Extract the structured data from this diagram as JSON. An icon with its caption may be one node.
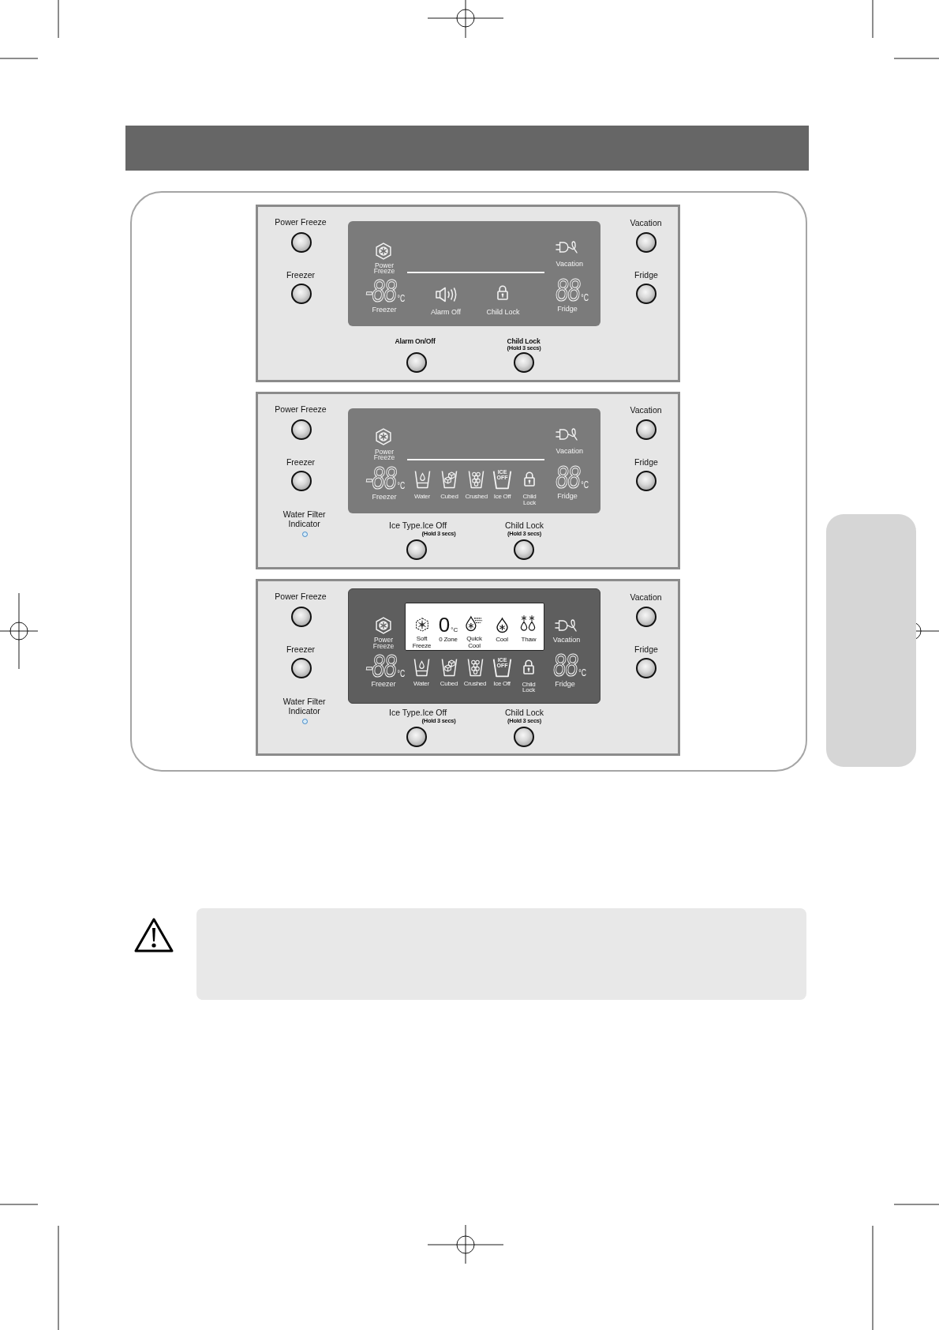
{
  "diagram": {
    "nodes": [
      {
        "text": [],
        "shape": "box"
      },
      {
        "text": [
          "Power Freeze",
          "Vacation",
          "Freezer",
          "Fridge",
          "Alarm On/Off",
          "Child Lock",
          "(Hold 3 secs)"
        ],
        "in": 0
      },
      {
        "text": [
          "Power Freeze",
          "Vacation",
          "-88$_{°C}$",
          "88$_{°C}$",
          "Freezer",
          "Alarm Off",
          "Child Lock",
          "Fridge"
        ],
        "in": 1
      },
      {
        "text": [
          "Power Freeze",
          "Vacation",
          "Freezer",
          "Fridge",
          "Water Filter Indicator",
          "Ice Type.Ice Off",
          "Child Lock",
          "(Hold 3 secs)",
          "(Hold 3 secs)"
        ],
        "in": 0
      },
      {
        "text": [
          "Power Freeze",
          "Vacation",
          "-88$_{°C}$",
          "ICE OFF",
          "88$_{°C}$",
          "Freezer",
          "Water",
          "Cubed",
          "Crushed",
          "Ice Off",
          "Child Lock",
          "Fridge"
        ],
        "in": 3
      },
      {
        "text": [
          "Power Freeze",
          "Vacation",
          "Freezer",
          "Fridge",
          "Water Filter Indicator",
          "Ice Type.Ice Off",
          "Child Lock",
          "(Hold 3 secs)",
          "(Hold 3 secs)"
        ],
        "in": 0
      },
      {
        "text": [
          "Power Freeze",
          "Vacation",
          "-88$_{°C}$",
          "ICE OFF",
          "88$_{°C}$",
          "Freezer",
          "Water",
          "Cubed",
          "Crushed",
          "Ice Off",
          "Child Lock",
          "Fridge"
        ],
        "in": 5
      },
      {
        "text": [
          "0$_{°C}$",
          "Soft Freeze",
          "0 Zone",
          "Quick Cool",
          "Cool",
          "Thaw"
        ],
        "in": 6
      },
      {
        "text": [],
        "shape": "box"
      }
    ]
  }
}
